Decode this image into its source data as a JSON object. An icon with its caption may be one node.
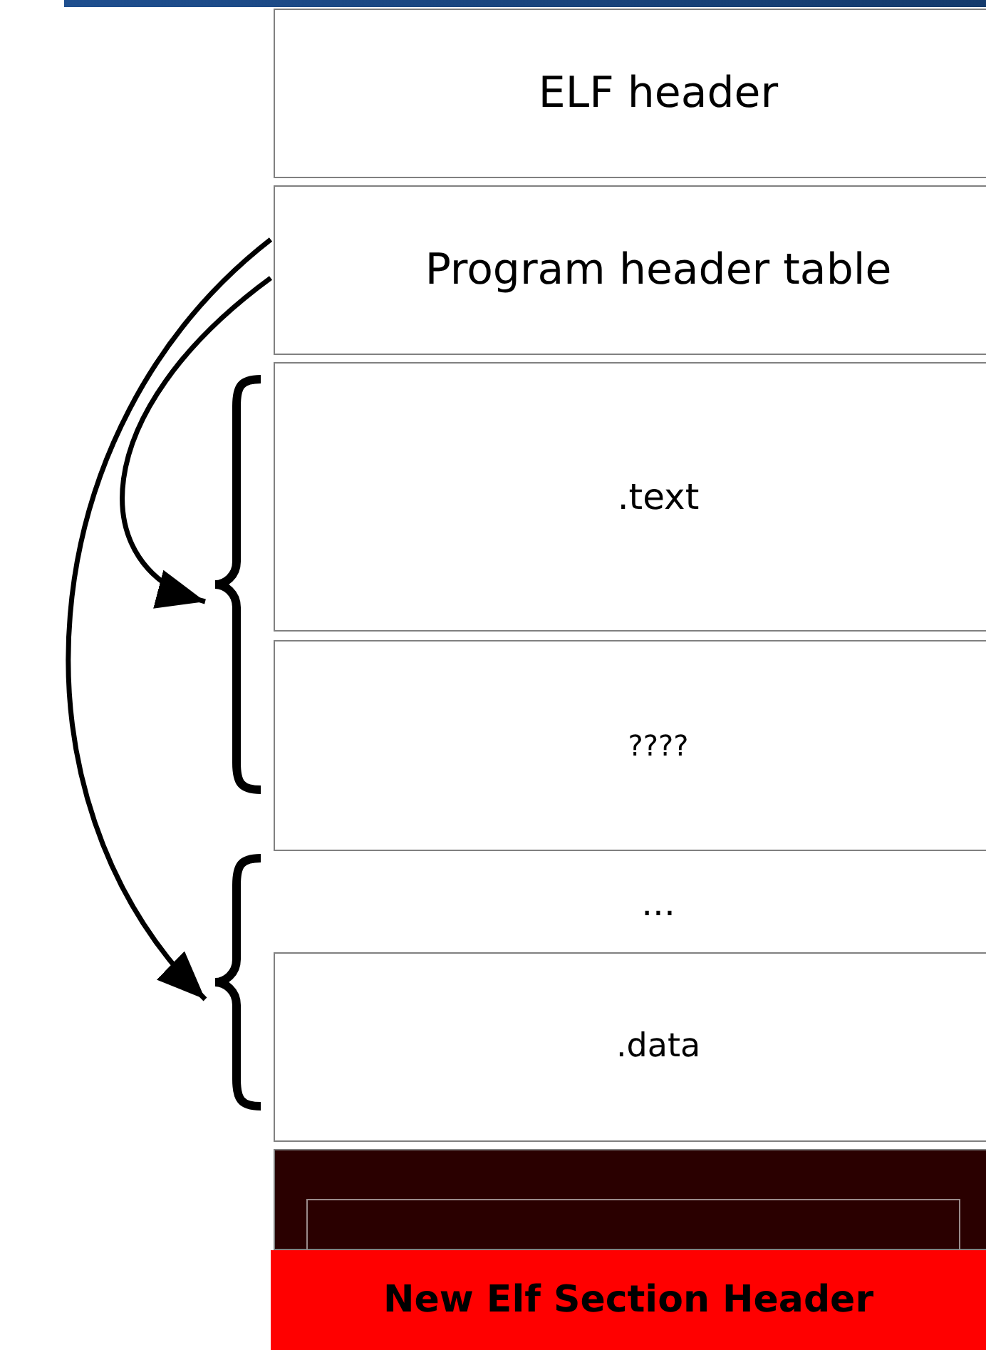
{
  "diagram": {
    "nodes": [
      {
        "text": [
          "ELF header"
        ]
      },
      {
        "text": [
          "Program header table"
        ]
      },
      {
        "text": [
          ".text"
        ]
      },
      {
        "text": [
          "????"
        ]
      },
      {
        "text": [
          "..."
        ]
      },
      {
        "text": [
          ".data"
        ]
      },
      {
        "text": [],
        "shape": "box"
      },
      {
        "text": [
          "New Elf Section Header"
        ]
      },
      {
        "text": [],
        "shape": "bracket"
      },
      {
        "text": [],
        "shape": "bracket"
      }
    ],
    "edges": [
      {
        "from": 1,
        "to": 8,
        "arrow": "to"
      },
      {
        "from": 1,
        "to": 9,
        "arrow": "to"
      }
    ]
  }
}
